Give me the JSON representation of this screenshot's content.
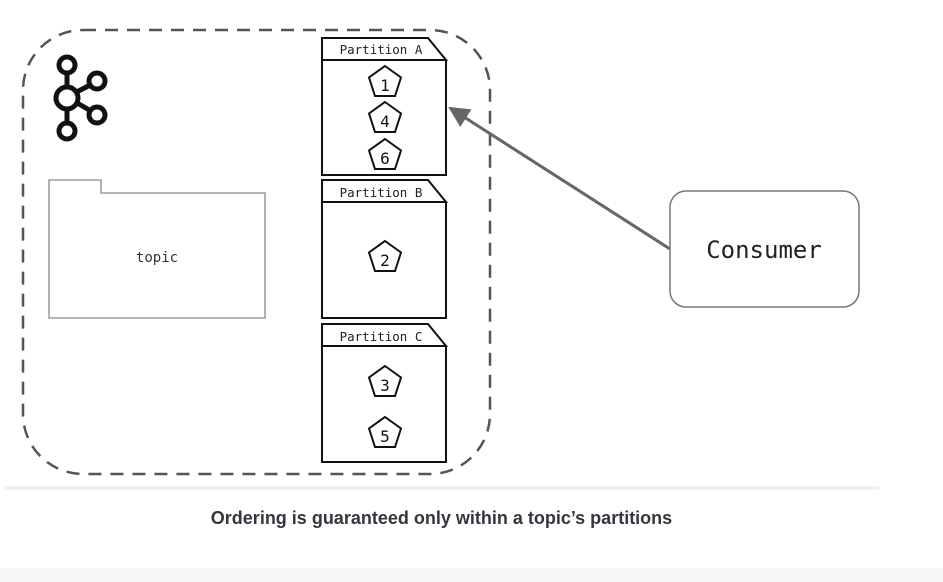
{
  "topic": {
    "label": "topic"
  },
  "partitions": [
    {
      "label": "Partition A",
      "messages": [
        "1",
        "4",
        "6"
      ]
    },
    {
      "label": "Partition B",
      "messages": [
        "2"
      ]
    },
    {
      "label": "Partition C",
      "messages": [
        "3",
        "5"
      ]
    }
  ],
  "consumer": {
    "label": "Consumer"
  },
  "caption": "Ordering is guaranteed only within a topic’s partitions",
  "colors": {
    "stroke": "#111111",
    "dashed_border": "#555555",
    "arrow": "#666666",
    "consumer_border": "#777777",
    "caption": "#33373d"
  },
  "icons": {
    "logo": "kafka-logo-icon",
    "message": "pentagon-icon"
  }
}
